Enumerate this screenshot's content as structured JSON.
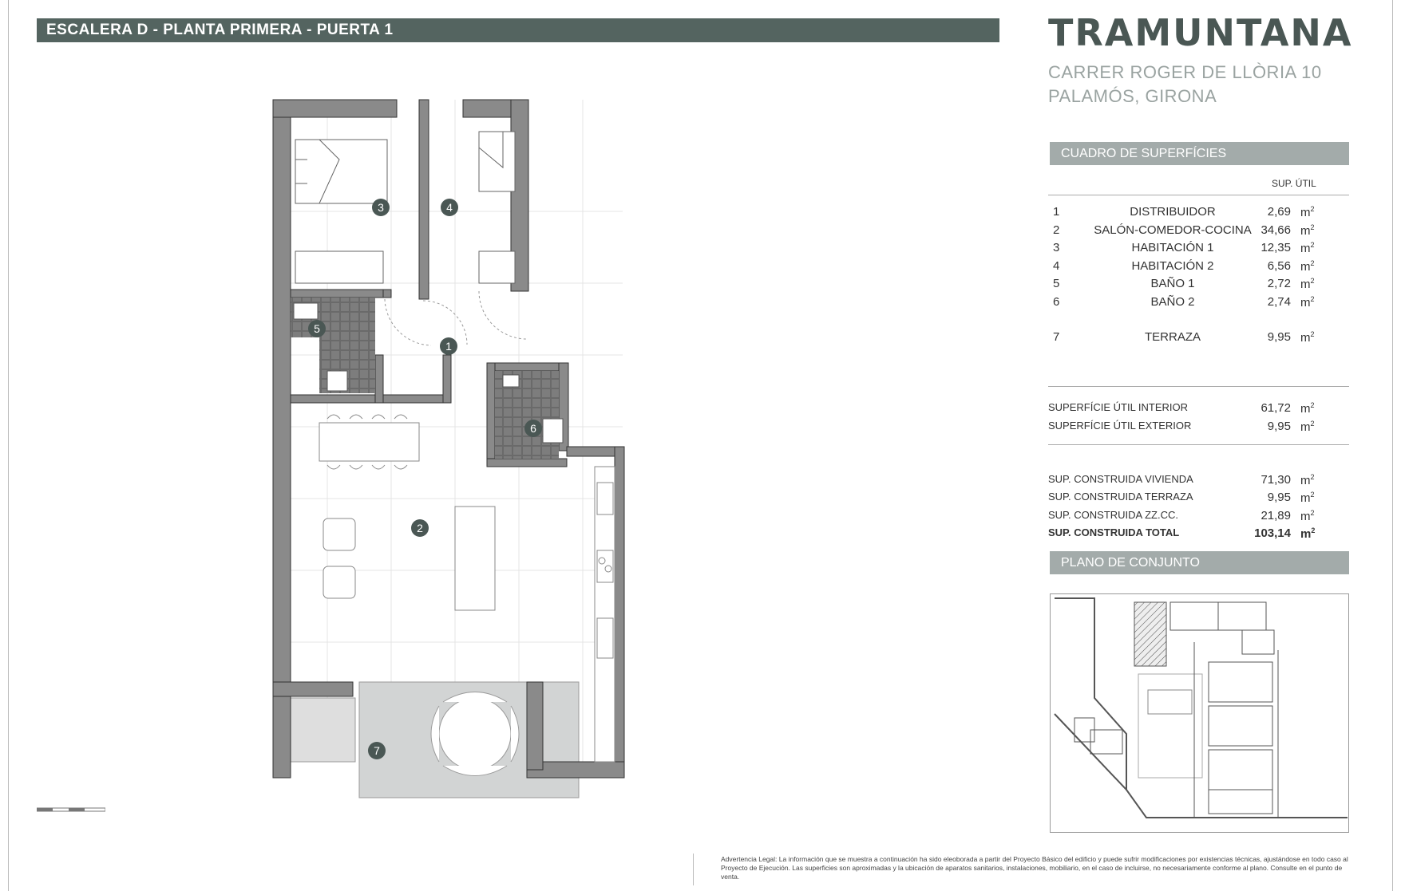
{
  "header": {
    "title": "ESCALERA D - PLANTA PRIMERA - PUERTA 1"
  },
  "brand": {
    "name": "TRAMUNTANA",
    "address_line1": "CARRER ROGER DE LLÒRIA 10",
    "address_line2": "PALAMÓS, GIRONA"
  },
  "surfaces": {
    "section_title": "CUADRO DE SUPERFÍCIES",
    "column_header": "SUP. ÚTIL",
    "unit": "m",
    "unit_exp": "2",
    "rooms": [
      {
        "num": "1",
        "name": "DISTRIBUIDOR",
        "value": "2,69"
      },
      {
        "num": "2",
        "name": "SALÓN-COMEDOR-COCINA",
        "value": "34,66"
      },
      {
        "num": "3",
        "name": "HABITACIÓN 1",
        "value": "12,35"
      },
      {
        "num": "4",
        "name": "HABITACIÓN 2",
        "value": "6,56"
      },
      {
        "num": "5",
        "name": "BAÑO 1",
        "value": "2,72"
      },
      {
        "num": "6",
        "name": "BAÑO 2",
        "value": "2,74"
      },
      {
        "num": "7",
        "name": "TERRAZA",
        "value": "9,95"
      }
    ],
    "totals_useful": [
      {
        "label": "SUPERFÍCIE ÚTIL INTERIOR",
        "value": "61,72"
      },
      {
        "label": "SUPERFÍCIE ÚTIL EXTERIOR",
        "value": "9,95"
      }
    ],
    "totals_built": [
      {
        "label": "SUP. CONSTRUIDA VIVIENDA",
        "value": "71,30"
      },
      {
        "label": "SUP. CONSTRUIDA TERRAZA",
        "value": "9,95"
      },
      {
        "label": "SUP. CONSTRUIDA ZZ.CC.",
        "value": "21,89"
      },
      {
        "label": "SUP. CONSTRUIDA TOTAL",
        "value": "103,14"
      }
    ]
  },
  "site_plan": {
    "section_title": "PLANO DE CONJUNTO"
  },
  "plan_labels": [
    "1",
    "2",
    "3",
    "4",
    "5",
    "6",
    "7"
  ],
  "legal": {
    "text": "Advertencia Legal: La información que se muestra a continuación ha sido eleoborada a partir del Proyecto Básico del edificio y puede sufrir modificaciones por existencias técnicas, ajustándose en todo caso al Proyecto de Ejecución. Las superficies son aproximadas y la ubicación de aparatos sanitarios, instalaciones, mobiliario, en el caso de incluirse, no necesariamente conforme al plano. Consulte en el punto de venta."
  },
  "colors": {
    "title_bar": "#546460",
    "section_bar": "#a3abaa",
    "brand": "#4a5754",
    "wall": "#808080",
    "terrace": "#d2d4d4"
  }
}
